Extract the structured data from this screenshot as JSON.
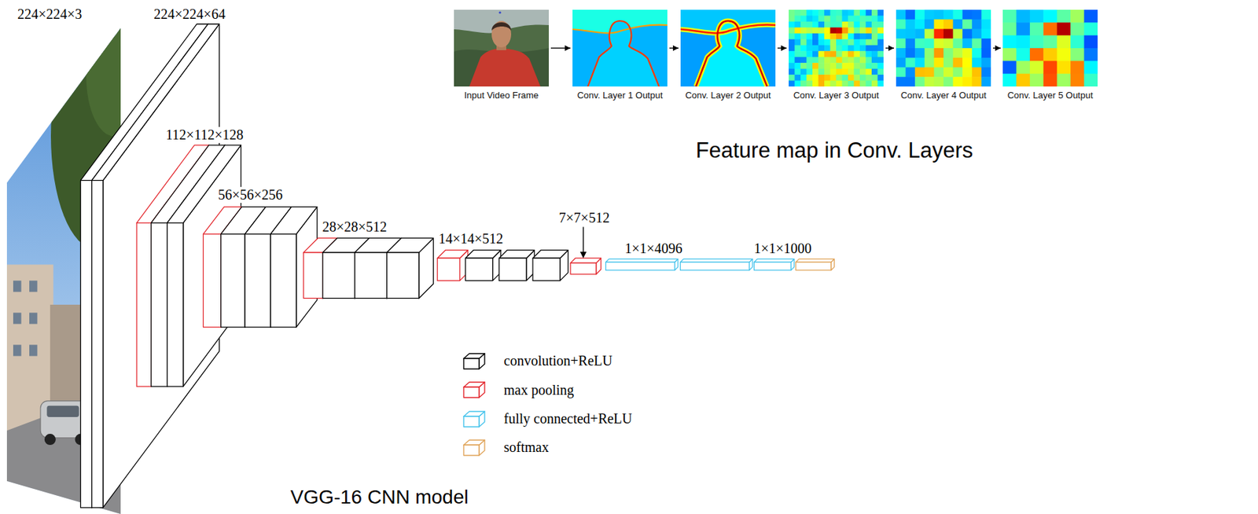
{
  "diagram": {
    "nodes": [
      {
        "text": [
          "Input Video Frame"
        ]
      },
      {
        "text": [
          "Conv. Layer 1 Output"
        ]
      },
      {
        "text": [
          "Conv. Layer 2 Output"
        ]
      },
      {
        "text": [
          "Conv. Layer 3 Output"
        ]
      },
      {
        "text": [
          "Conv. Layer 4 Output"
        ]
      },
      {
        "text": [
          "Conv. Layer 5 Output"
        ]
      }
    ],
    "edges": [
      {
        "from": 0,
        "to": 1,
        "arrow": "to"
      },
      {
        "from": 1,
        "to": 2,
        "arrow": "to"
      },
      {
        "from": 2,
        "to": 3,
        "arrow": "to"
      },
      {
        "from": 3,
        "to": 4,
        "arrow": "to"
      },
      {
        "from": 4,
        "to": 5,
        "arrow": "to"
      }
    ],
    "labels": [
      "224×224×3",
      "224×224×64",
      "112×112×128",
      "56×56×256",
      "28×28×512",
      "7×7×512",
      "14×14×512",
      "1×1×4096",
      "1×1×1000",
      "Feature map in Conv. Layers",
      "VGG-16 CNN model"
    ],
    "legend": [
      {
        "text": "convolution+ReLU",
        "color": "#000000"
      },
      {
        "text": "max pooling",
        "color": "#e3262c"
      },
      {
        "text": "fully connected+ReLU",
        "color": "#46c3ec"
      },
      {
        "text": "softmax",
        "color": "#e0a45a"
      }
    ]
  }
}
